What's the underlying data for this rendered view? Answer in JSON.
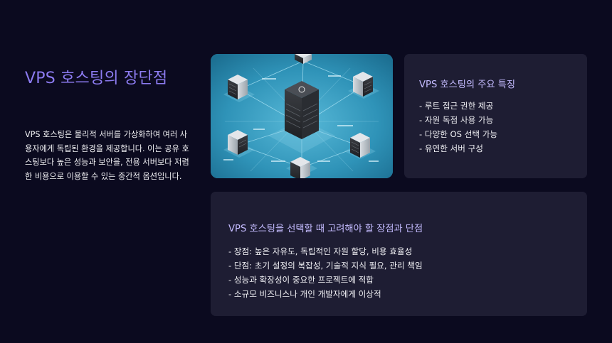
{
  "slide": {
    "title": "VPS 호스팅의 장단점",
    "description": "VPS 호스팅은 물리적 서버를 가상화하여 여러 사용자에게 독립된 환경을 제공합니다. 이는 공유 호스팅보다 높은 성능과 보안을, 전용 서버보다 저렴한 비용으로 이용할 수 있는 중간적 옵션입니다."
  },
  "image": {
    "subject": "server-network-illustration"
  },
  "features": {
    "heading": "VPS 호스팅의 주요 특징",
    "items": [
      "- 루트 접근 권한 제공",
      "- 자원 독점 사용 가능",
      "- 다양한 OS 선택 가능",
      "- 유연한 서버 구성"
    ]
  },
  "considerations": {
    "heading": "VPS 호스팅을 선택할 때 고려해야 할 장점과 단점",
    "items": [
      "- 장점: 높은 자유도, 독립적인 자원 할당, 비용 효율성",
      "- 단점: 초기 설정의 복잡성, 기술적 지식 필요, 관리 책임",
      "- 성능과 확장성이 중요한 프로젝트에 적합",
      "- 소규모 비즈니스나 개인 개발자에게 이상적"
    ]
  },
  "colors": {
    "background": "#0b0a1f",
    "title": "#8c7bf0",
    "card": "#1e1d33",
    "card_heading": "#c4bbff",
    "image_bg": "#2f93b8"
  }
}
